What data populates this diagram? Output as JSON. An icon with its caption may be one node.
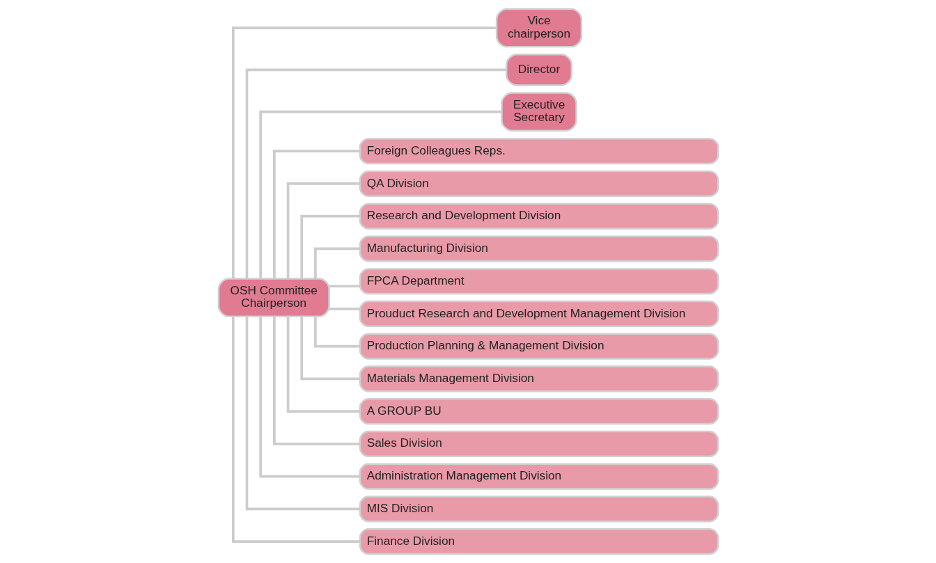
{
  "diagram": {
    "nodes": [
      {
        "text": [
          "OSH Committee Chairperson"
        ]
      },
      {
        "text": [
          "Vice chairperson"
        ]
      },
      {
        "text": [
          "Director"
        ]
      },
      {
        "text": [
          "Executive Secretary"
        ]
      },
      {
        "text": [
          "Foreign Colleagues Reps."
        ]
      },
      {
        "text": [
          "QA Division"
        ]
      },
      {
        "text": [
          "Research and Development Division"
        ]
      },
      {
        "text": [
          "Manufacturing Division"
        ]
      },
      {
        "text": [
          "FPCA Department"
        ]
      },
      {
        "text": [
          "Prouduct Research and Development Management Division"
        ]
      },
      {
        "text": [
          "Production Planning & Management Division"
        ]
      },
      {
        "text": [
          "Materials Management Division"
        ]
      },
      {
        "text": [
          "A GROUP BU"
        ]
      },
      {
        "text": [
          "Sales Division"
        ]
      },
      {
        "text": [
          "Administration Management Division"
        ]
      },
      {
        "text": [
          "MIS Division"
        ]
      },
      {
        "text": [
          "Finance Division"
        ]
      }
    ],
    "edges": [
      {
        "from": 0,
        "to": 1,
        "arrow": "none"
      },
      {
        "from": 0,
        "to": 2,
        "arrow": "none"
      },
      {
        "from": 0,
        "to": 3,
        "arrow": "none"
      },
      {
        "from": 0,
        "to": 4,
        "arrow": "none"
      },
      {
        "from": 0,
        "to": 5,
        "arrow": "none"
      },
      {
        "from": 0,
        "to": 6,
        "arrow": "none"
      },
      {
        "from": 0,
        "to": 7,
        "arrow": "none"
      },
      {
        "from": 0,
        "to": 8,
        "arrow": "none"
      },
      {
        "from": 0,
        "to": 9,
        "arrow": "none"
      },
      {
        "from": 0,
        "to": 10,
        "arrow": "none"
      },
      {
        "from": 0,
        "to": 11,
        "arrow": "none"
      },
      {
        "from": 0,
        "to": 12,
        "arrow": "none"
      },
      {
        "from": 0,
        "to": 13,
        "arrow": "none"
      },
      {
        "from": 0,
        "to": 14,
        "arrow": "none"
      },
      {
        "from": 0,
        "to": 15,
        "arrow": "none"
      },
      {
        "from": 0,
        "to": 16,
        "arrow": "none"
      }
    ]
  }
}
